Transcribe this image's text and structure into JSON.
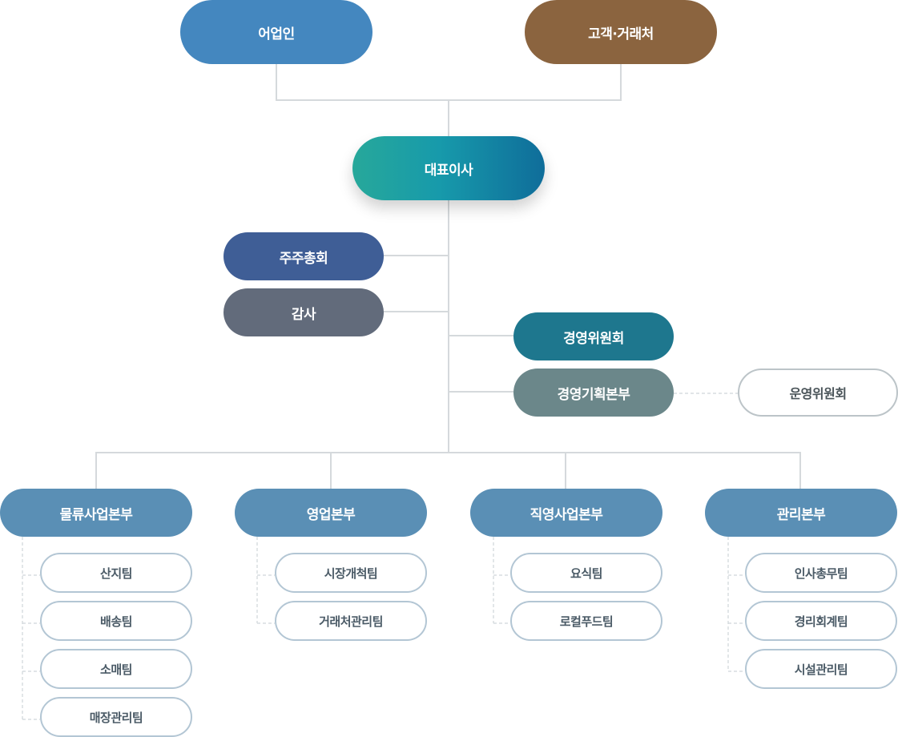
{
  "top": {
    "fishermen": "어업인",
    "customers": "고객·거래처"
  },
  "ceo": "대표이사",
  "shareholders": "주주총회",
  "audit": "감사",
  "management_committee": "경영위원회",
  "planning_hq": "경영기획본부",
  "operation_committee": "운영위원회",
  "divisions": [
    {
      "name": "물류사업본부",
      "teams": [
        "산지팀",
        "배송팀",
        "소매팀",
        "매장관리팀"
      ]
    },
    {
      "name": "영업본부",
      "teams": [
        "시장개척팀",
        "거래처관리팀"
      ]
    },
    {
      "name": "직영사업본부",
      "teams": [
        "요식팀",
        "로컬푸드팀"
      ]
    },
    {
      "name": "관리본부",
      "teams": [
        "인사총무팀",
        "경리회계팀",
        "시설관리팀"
      ]
    }
  ],
  "colors": {
    "fishermen": "#4487bf",
    "customers": "#8b643f",
    "ceo_start": "#27a89a",
    "ceo_end": "#0f6d9a",
    "shareholders": "#3f5e96",
    "audit": "#626b7b",
    "management_committee": "#1e778e",
    "planning_hq": "#6b878a",
    "division": "#5a8fb5"
  }
}
